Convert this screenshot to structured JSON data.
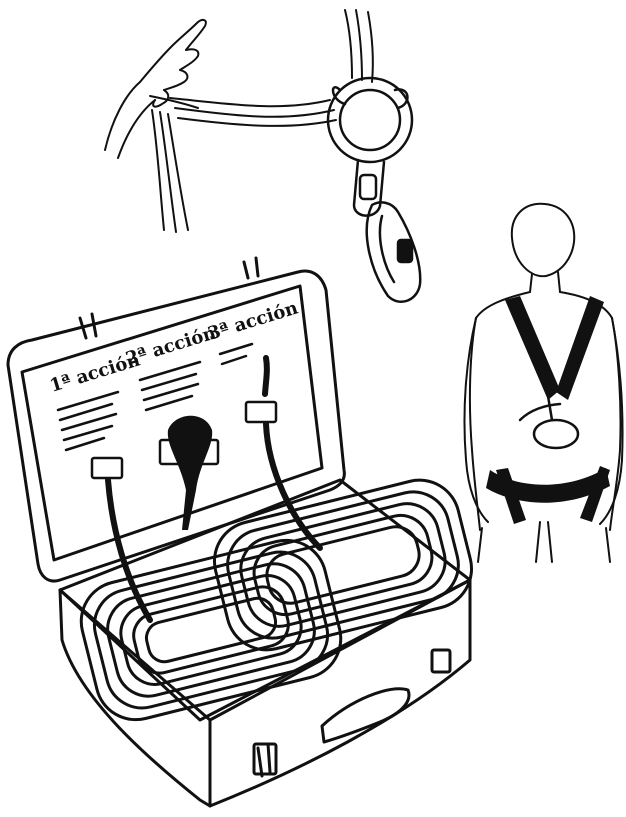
{
  "lid": {
    "step1_title": "1ª acción",
    "step2_title": "2ª acción",
    "step3_title": "3ª acción"
  },
  "colors": {
    "ink": "#111111",
    "paper": "#ffffff"
  },
  "icons": {
    "hand": "hand-icon",
    "descender": "figure-eight-descender-icon",
    "carabiner": "carabiner-icon",
    "case": "rescue-kit-case-icon",
    "person": "person-harness-icon"
  }
}
